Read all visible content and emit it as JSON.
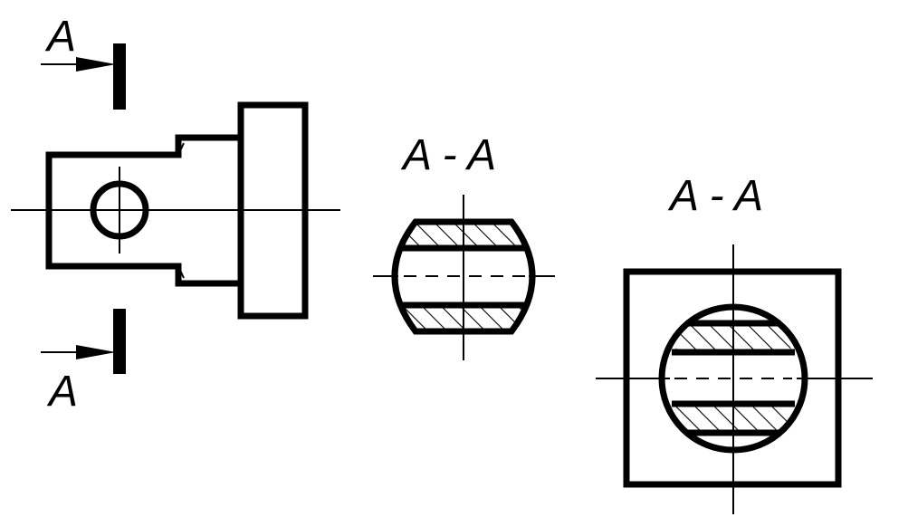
{
  "labels": {
    "arrow_top": "A",
    "arrow_bottom": "A",
    "section_1": "A - A",
    "section_2": "A - A"
  },
  "colors": {
    "line": "#000000",
    "background": "#ffffff"
  }
}
